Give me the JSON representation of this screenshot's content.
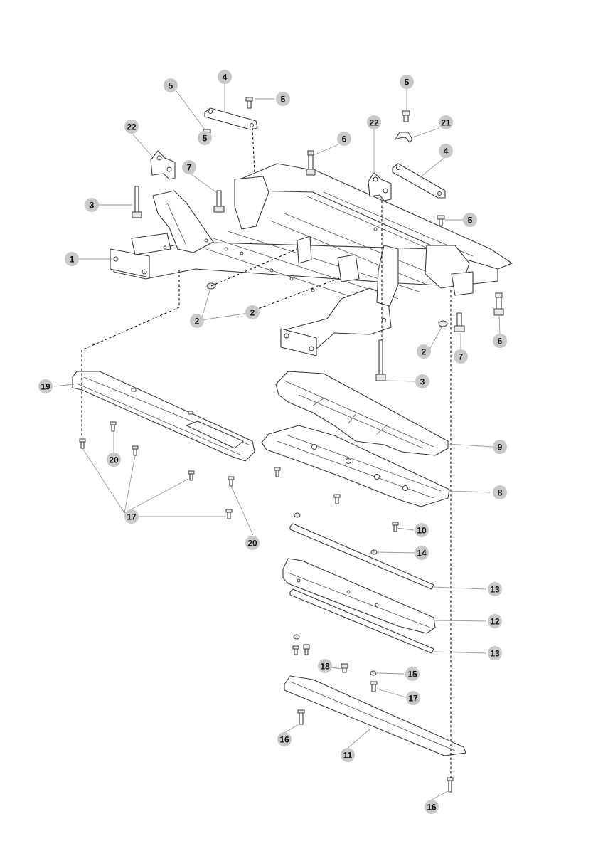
{
  "colors": {
    "callout_fill": "#c9c9c9",
    "line": "#3a3a3a",
    "leader": "#9a9a9a"
  },
  "callouts": [
    "1",
    "2",
    "2",
    "2",
    "3",
    "3",
    "4",
    "4",
    "5",
    "5",
    "5",
    "5",
    "5",
    "6",
    "6",
    "7",
    "7",
    "8",
    "9",
    "10",
    "11",
    "12",
    "13",
    "13",
    "14",
    "15",
    "16",
    "16",
    "17",
    "17",
    "18",
    "19",
    "20",
    "20",
    "21",
    "22",
    "22"
  ]
}
